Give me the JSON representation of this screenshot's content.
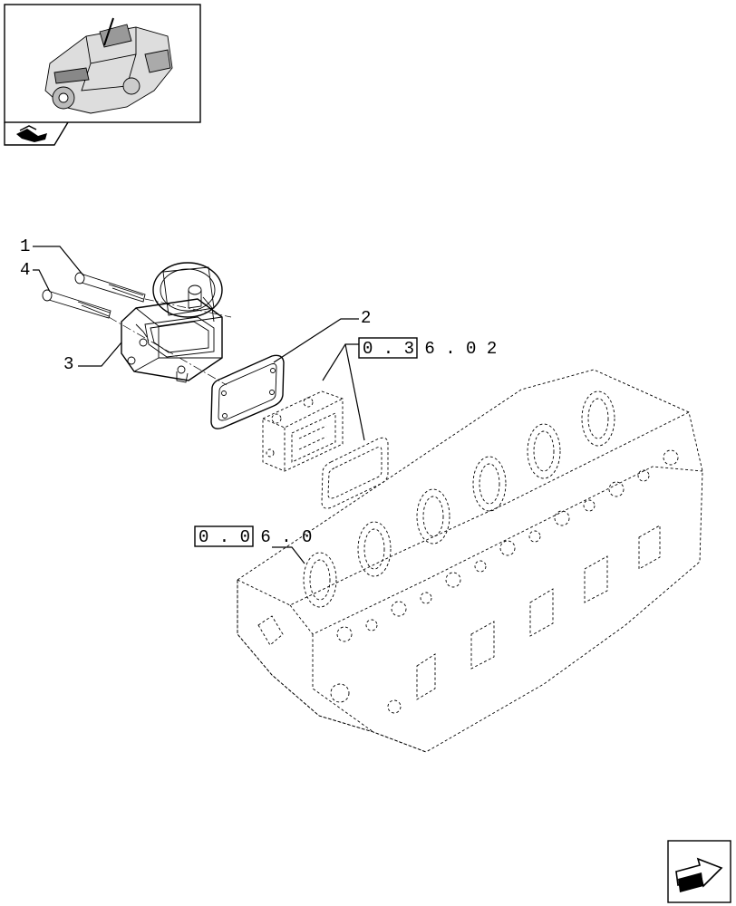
{
  "callouts": {
    "c1": "1",
    "c2": "2",
    "c3": "3",
    "c4": "4"
  },
  "references": {
    "ref_upper": "0 . 3 6 . 0 2",
    "ref_lower": "0 . 0 6 . 0"
  },
  "icons": {
    "thumbnail": "engine-thumbnail-icon",
    "section": "section-book-icon",
    "next": "next-page-arrow-icon"
  }
}
